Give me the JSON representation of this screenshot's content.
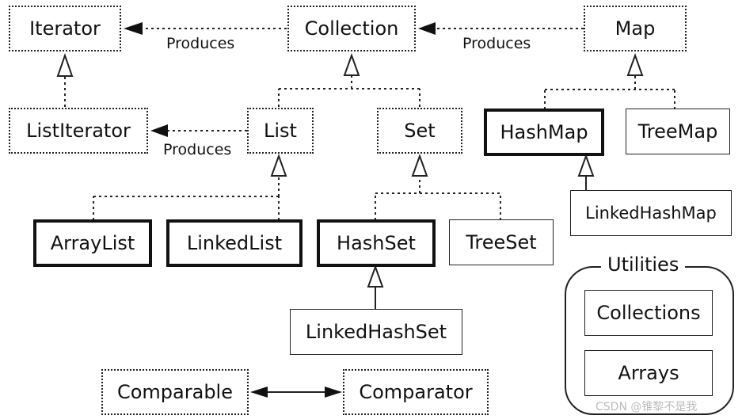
{
  "nodes": {
    "iterator": "Iterator",
    "collection": "Collection",
    "map": "Map",
    "list_iterator": "ListIterator",
    "list": "List",
    "set": "Set",
    "hash_map": "HashMap",
    "tree_map": "TreeMap",
    "array_list": "ArrayList",
    "linked_list": "LinkedList",
    "hash_set": "HashSet",
    "tree_set": "TreeSet",
    "linked_hash_map": "LinkedHashMap",
    "linked_hash_set": "LinkedHashSet",
    "comparable": "Comparable",
    "comparator": "Comparator",
    "collections": "Collections",
    "arrays": "Arrays"
  },
  "edge_labels": {
    "collection_produces": "Produces",
    "map_produces": "Produces",
    "list_produces": "Produces"
  },
  "utilities": {
    "title": "Utilities"
  },
  "watermark": "CSDN @锥黎不是我"
}
